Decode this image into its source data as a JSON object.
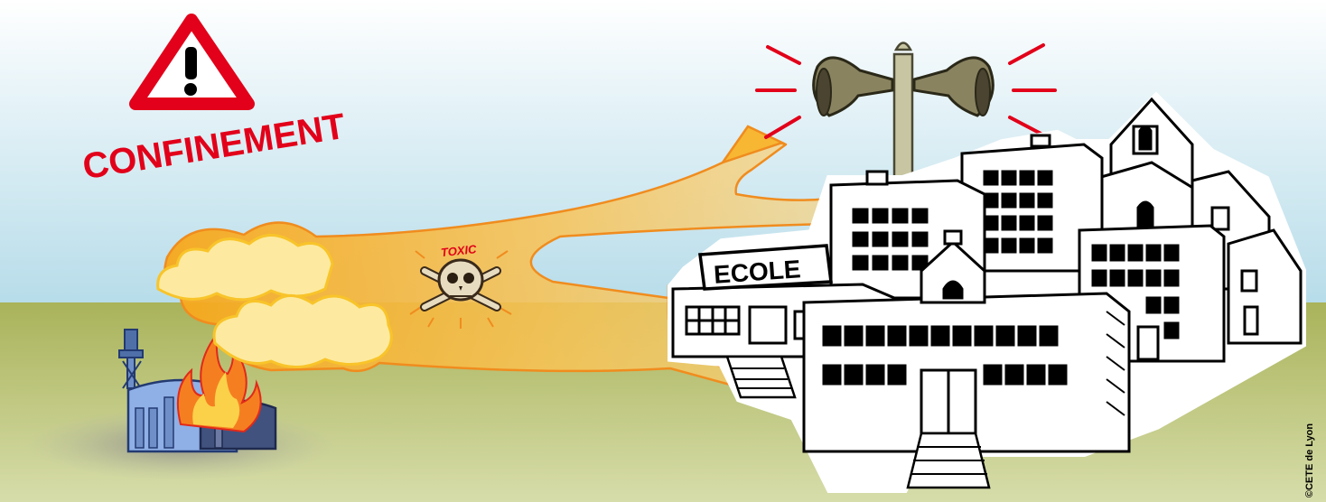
{
  "warning": {
    "title": "CONFINEMENT",
    "icon": "warning-triangle-icon",
    "color": "#e2001a"
  },
  "hazard": {
    "label": "TOXIC",
    "icon": "skull-crossbones-icon"
  },
  "school": {
    "sign": "ECOLE"
  },
  "siren": {
    "icon": "siren-loudspeaker-icon"
  },
  "credit": "©CETE de Lyon",
  "colors": {
    "sky_top": "#ffffff",
    "sky_bottom": "#c5e3ee",
    "ground": "#b9c46a",
    "plume": "#f7b733",
    "alert_red": "#e2001a"
  }
}
